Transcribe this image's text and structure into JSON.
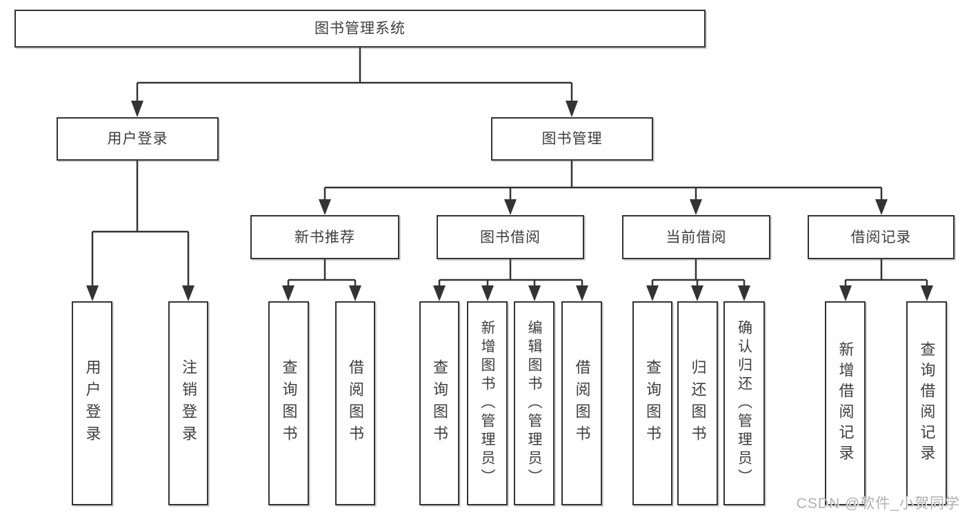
{
  "diagram_title": "图书管理系统",
  "nodes": {
    "root": "图书管理系统",
    "level2": {
      "user_login": "用户登录",
      "book_mgmt": "图书管理"
    },
    "level3": {
      "new_books": "新书推荐",
      "borrow": "图书借阅",
      "current": "当前借阅",
      "records": "借阅记录"
    },
    "leaves": {
      "user_login": "用户登录",
      "logout": "注销登录",
      "nb_query": "查询图书",
      "nb_borrow": "借阅图书",
      "bw_query": "查询图书",
      "bw_add": "新增图书（管理员）",
      "bw_edit": "编辑图书（管理员）",
      "bw_borrow": "借阅图书",
      "cur_query": "查询图书",
      "cur_return": "归还图书",
      "cur_confirm": "确认归还（管理员）",
      "rec_add": "新增借阅记录",
      "rec_query": "查询借阅记录"
    }
  },
  "structure": {
    "图书管理系统": {
      "用户登录": [
        "用户登录",
        "注销登录"
      ],
      "图书管理": {
        "新书推荐": [
          "查询图书",
          "借阅图书"
        ],
        "图书借阅": [
          "查询图书",
          "新增图书（管理员）",
          "编辑图书（管理员）",
          "借阅图书"
        ],
        "当前借阅": [
          "查询图书",
          "归还图书",
          "确认归还（管理员）"
        ],
        "借阅记录": [
          "新增借阅记录",
          "查询借阅记录"
        ]
      }
    }
  },
  "watermark": "CSDN @软件_小贺同学",
  "colors": {
    "line": "#333333",
    "text": "#3d3d3d",
    "box_background": "#ffffff",
    "page_background": "#ffffff",
    "watermark": "#b0b0b0"
  }
}
